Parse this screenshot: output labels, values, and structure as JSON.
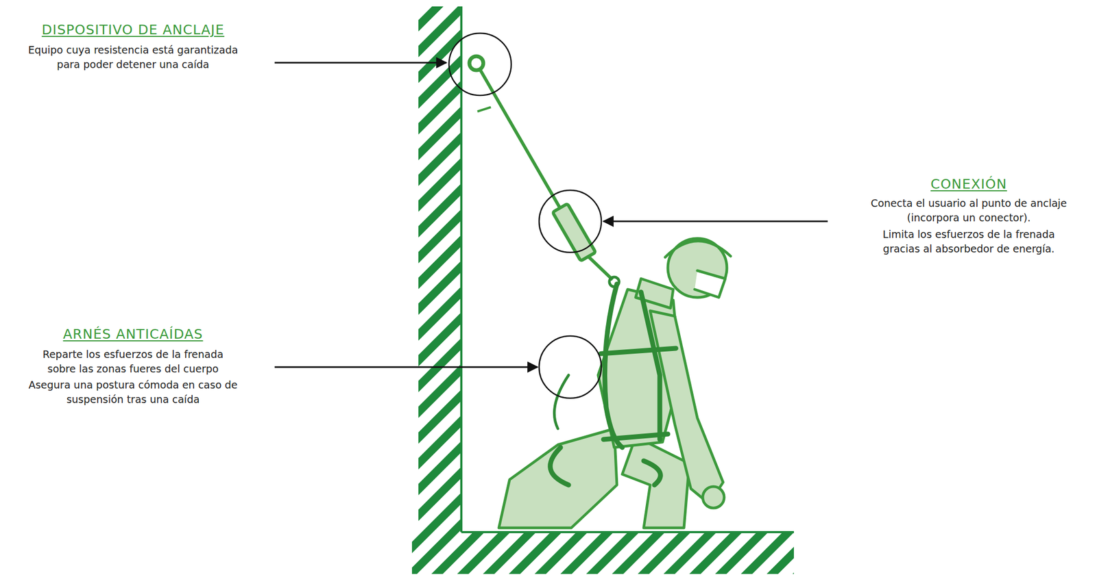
{
  "diagram": {
    "labels": [
      "DISPOSITIVO DE ANCLAJE",
      "Equipo cuya resistencia está garantizada para poder detener una caída",
      "CONEXIÓN",
      "Conecta el usuario al punto de anclaje (incorpora un conector).",
      "Limita los esfuerzos de la frenada gracias al absorbedor de energía.",
      "ARNÉS ANTICAÍDAS",
      "Reparte los esfuerzos de la frenada sobre las zonas fueres del cuerpo",
      "Asegura una postura cómoda en caso de suspensión tras una caída"
    ]
  }
}
